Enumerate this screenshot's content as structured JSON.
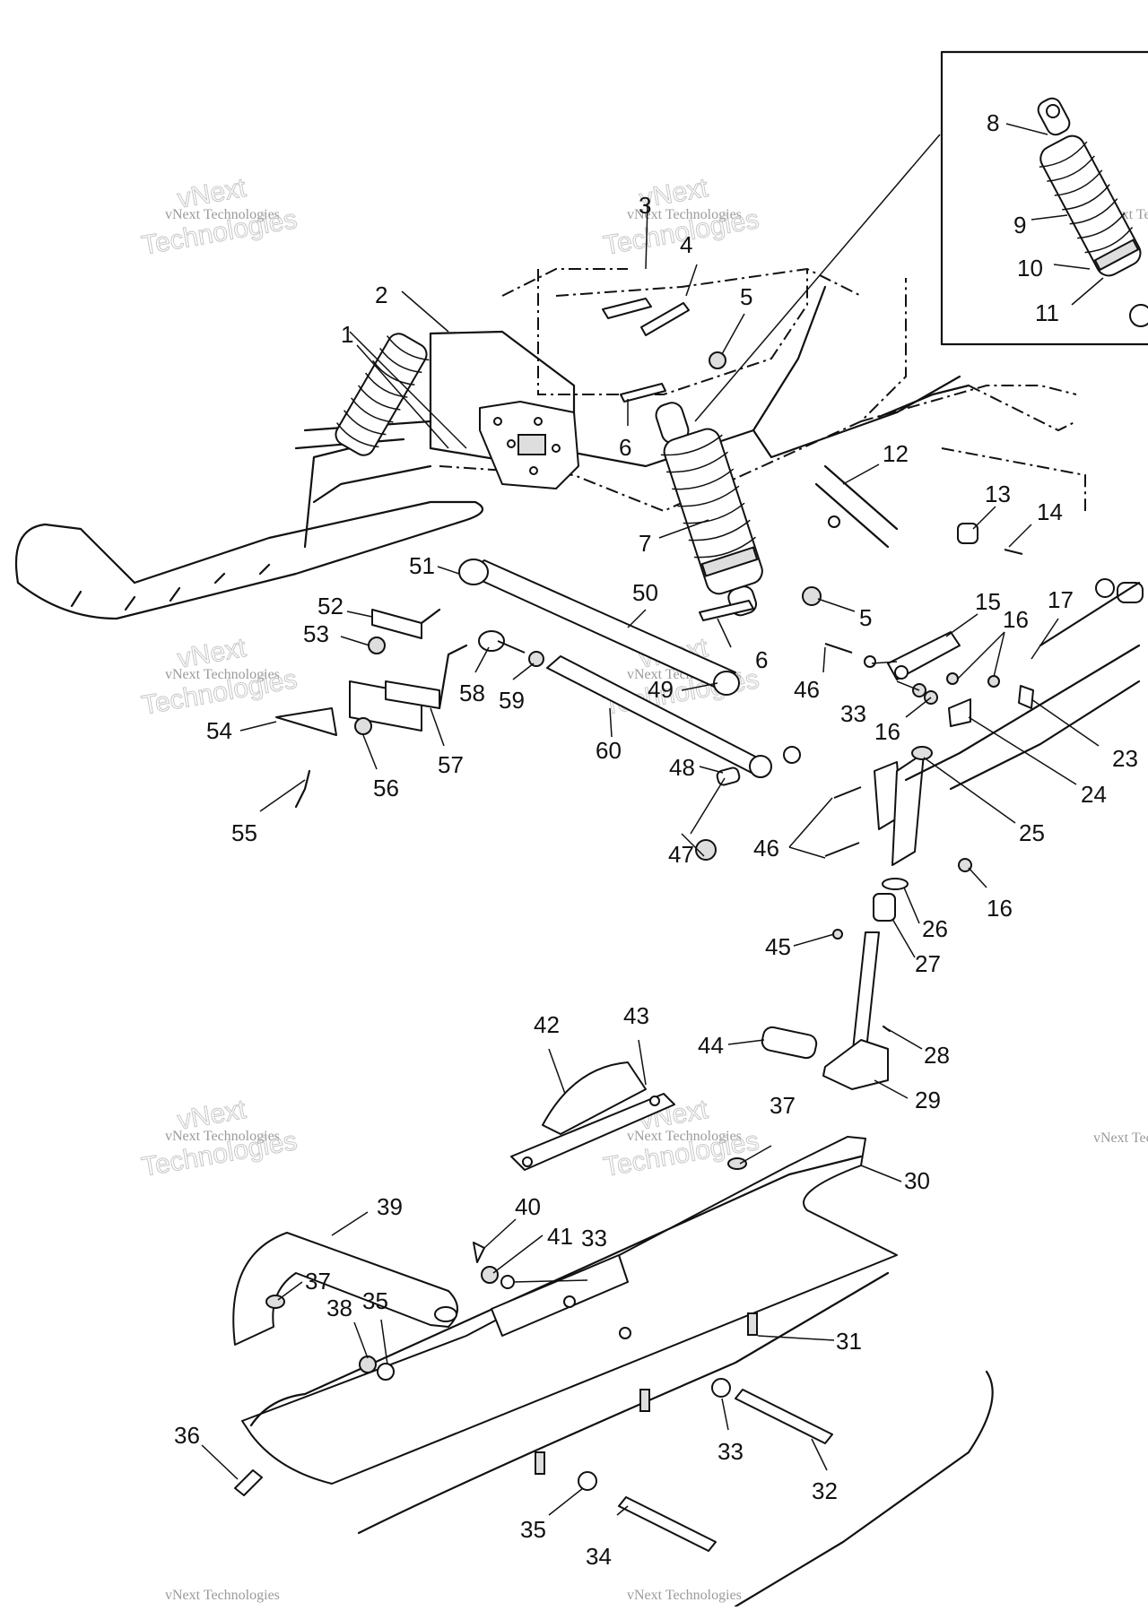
{
  "diagram": {
    "callouts": [
      {
        "id": "c1",
        "label": "1"
      },
      {
        "id": "c2",
        "label": "2"
      },
      {
        "id": "c3",
        "label": "3"
      },
      {
        "id": "c4",
        "label": "4"
      },
      {
        "id": "c5a",
        "label": "5"
      },
      {
        "id": "c5b",
        "label": "5"
      },
      {
        "id": "c6a",
        "label": "6"
      },
      {
        "id": "c6b",
        "label": "6"
      },
      {
        "id": "c7",
        "label": "7"
      },
      {
        "id": "c8",
        "label": "8"
      },
      {
        "id": "c9",
        "label": "9"
      },
      {
        "id": "c10",
        "label": "10"
      },
      {
        "id": "c11",
        "label": "11"
      },
      {
        "id": "c12",
        "label": "12"
      },
      {
        "id": "c13",
        "label": "13"
      },
      {
        "id": "c14",
        "label": "14"
      },
      {
        "id": "c15",
        "label": "15"
      },
      {
        "id": "c16a",
        "label": "16"
      },
      {
        "id": "c16b",
        "label": "16"
      },
      {
        "id": "c16c",
        "label": "16"
      },
      {
        "id": "c17",
        "label": "17"
      },
      {
        "id": "c23",
        "label": "23"
      },
      {
        "id": "c24",
        "label": "24"
      },
      {
        "id": "c25",
        "label": "25"
      },
      {
        "id": "c26",
        "label": "26"
      },
      {
        "id": "c27",
        "label": "27"
      },
      {
        "id": "c28",
        "label": "28"
      },
      {
        "id": "c29",
        "label": "29"
      },
      {
        "id": "c30",
        "label": "30"
      },
      {
        "id": "c31",
        "label": "31"
      },
      {
        "id": "c32",
        "label": "32"
      },
      {
        "id": "c33a",
        "label": "33"
      },
      {
        "id": "c33b",
        "label": "33"
      },
      {
        "id": "c33c",
        "label": "33"
      },
      {
        "id": "c34",
        "label": "34"
      },
      {
        "id": "c35a",
        "label": "35"
      },
      {
        "id": "c35b",
        "label": "35"
      },
      {
        "id": "c36",
        "label": "36"
      },
      {
        "id": "c37a",
        "label": "37"
      },
      {
        "id": "c37b",
        "label": "37"
      },
      {
        "id": "c38",
        "label": "38"
      },
      {
        "id": "c39",
        "label": "39"
      },
      {
        "id": "c40",
        "label": "40"
      },
      {
        "id": "c41",
        "label": "41"
      },
      {
        "id": "c42",
        "label": "42"
      },
      {
        "id": "c43",
        "label": "43"
      },
      {
        "id": "c44",
        "label": "44"
      },
      {
        "id": "c45",
        "label": "45"
      },
      {
        "id": "c46a",
        "label": "46"
      },
      {
        "id": "c46b",
        "label": "46"
      },
      {
        "id": "c47",
        "label": "47"
      },
      {
        "id": "c48",
        "label": "48"
      },
      {
        "id": "c49",
        "label": "49"
      },
      {
        "id": "c50",
        "label": "50"
      },
      {
        "id": "c51",
        "label": "51"
      },
      {
        "id": "c52",
        "label": "52"
      },
      {
        "id": "c53",
        "label": "53"
      },
      {
        "id": "c54",
        "label": "54"
      },
      {
        "id": "c55",
        "label": "55"
      },
      {
        "id": "c56",
        "label": "56"
      },
      {
        "id": "c57",
        "label": "57"
      },
      {
        "id": "c58",
        "label": "58"
      },
      {
        "id": "c59",
        "label": "59"
      },
      {
        "id": "c60",
        "label": "60"
      }
    ]
  },
  "watermark": {
    "line1": "vNext Technologies",
    "line2": "Technologies",
    "line3": "vNext"
  },
  "colors": {
    "ink": "#111111",
    "paper": "#ffffff",
    "watermark": "#9a9a9a"
  }
}
